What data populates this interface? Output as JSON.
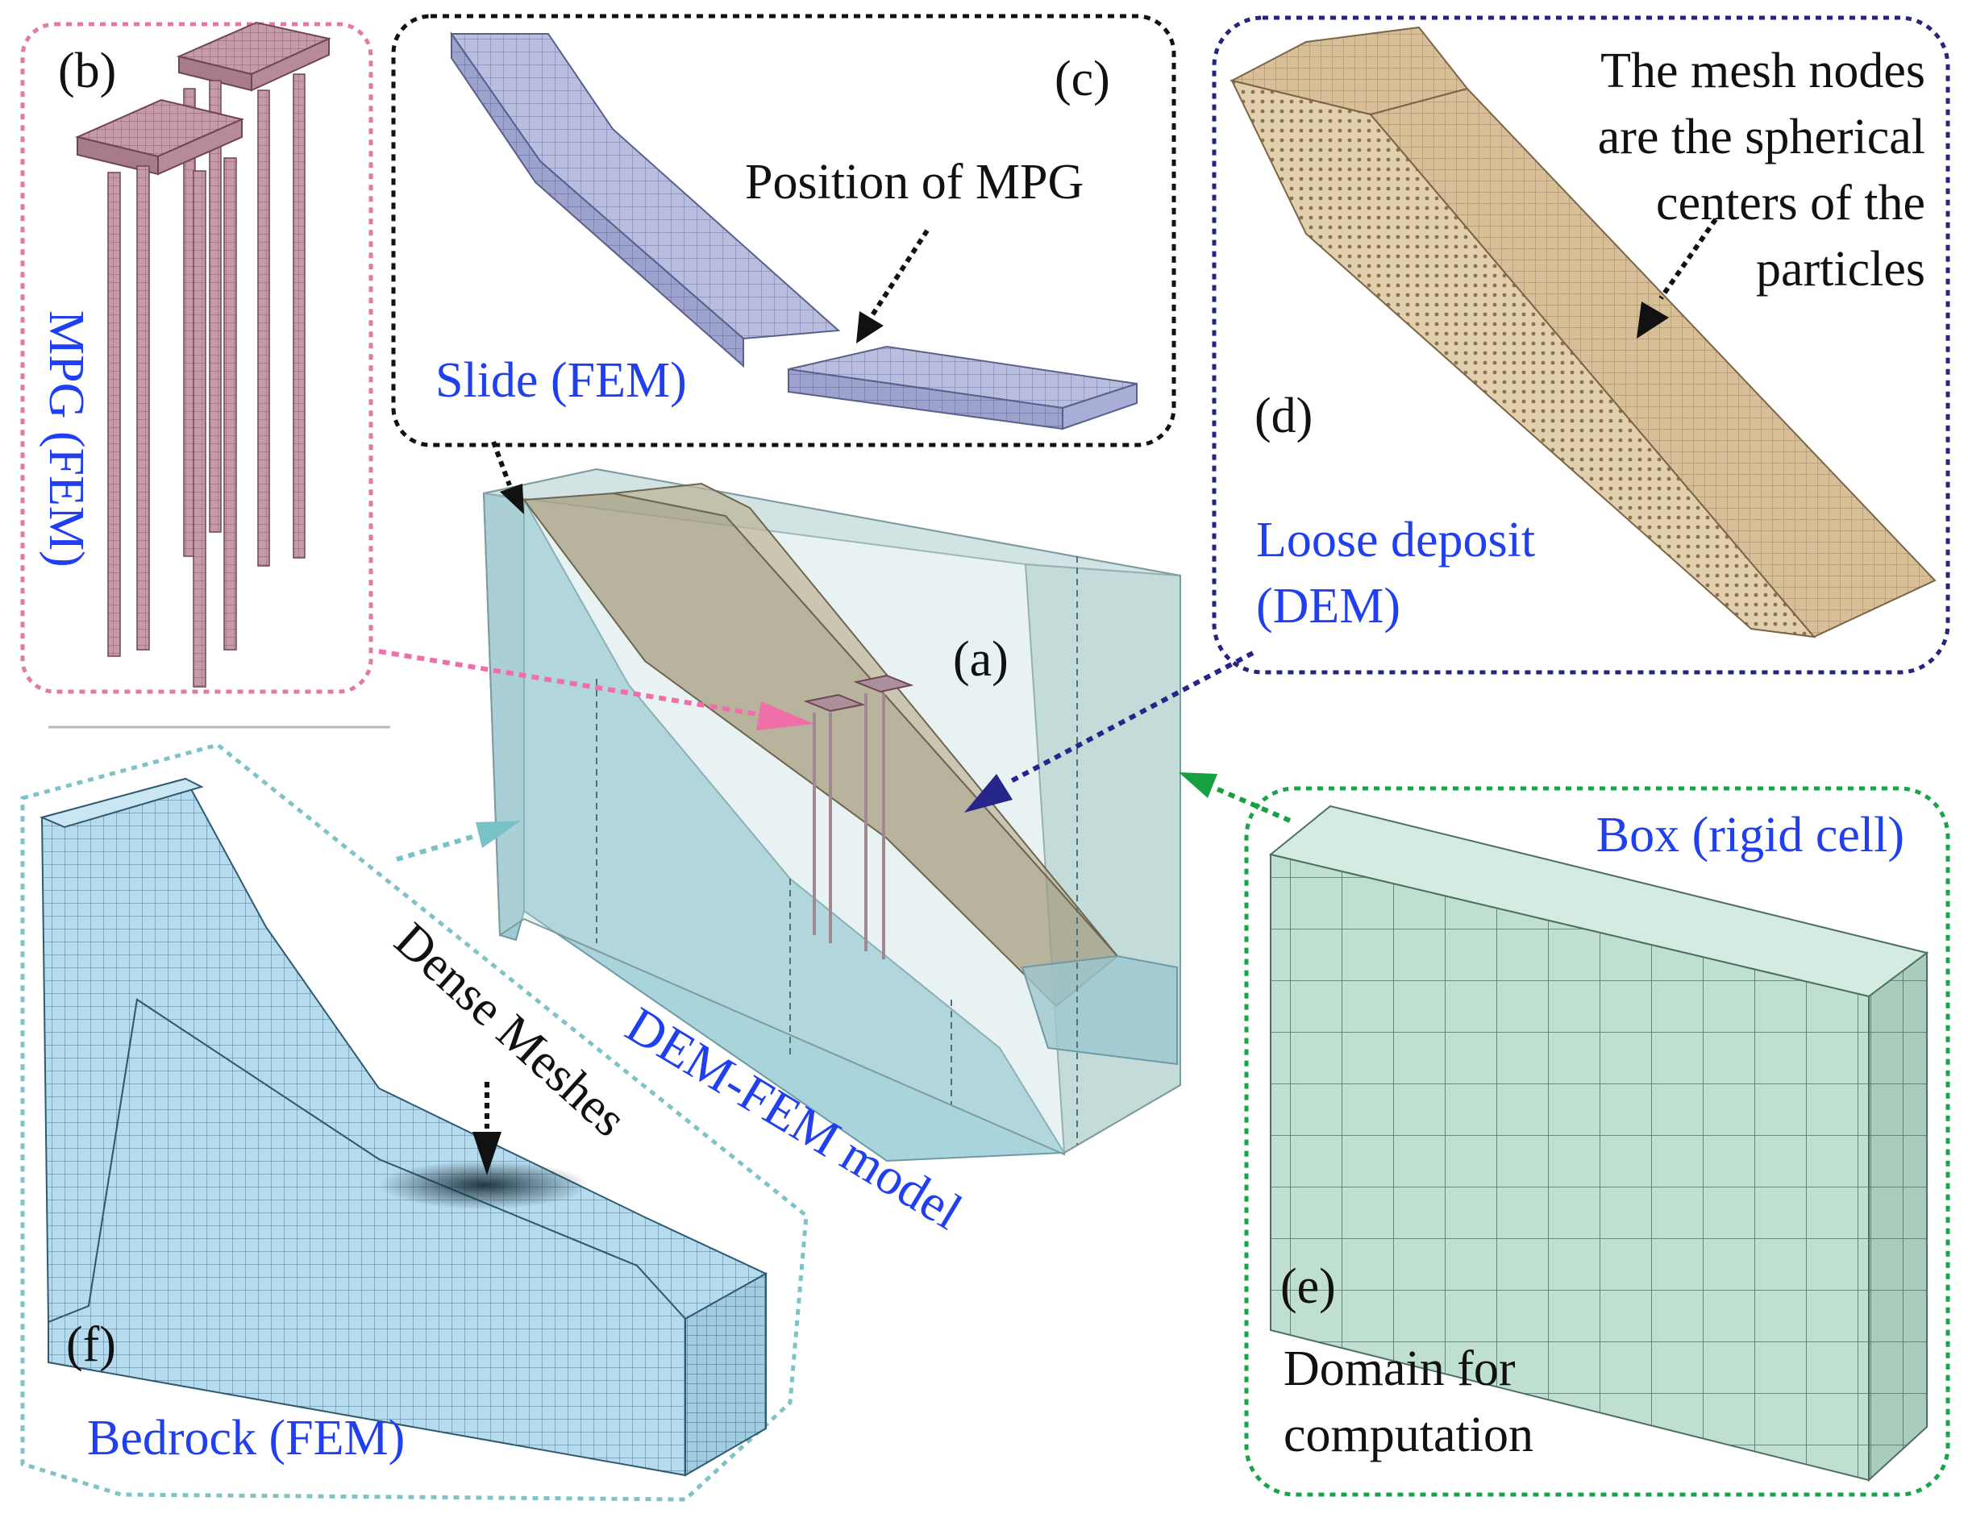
{
  "panels": {
    "a": {
      "letter": "(a)",
      "caption": "DEM-FEM model"
    },
    "b": {
      "letter": "(b)",
      "caption": "MPG (FEM)"
    },
    "c": {
      "letter": "(c)",
      "caption": "Slide (FEM)",
      "note": "Position of MPG"
    },
    "d": {
      "letter": "(d)",
      "caption_line1": "Loose deposit",
      "caption_line2": "(DEM)",
      "note_lines": [
        "The mesh nodes",
        "are the spherical",
        "centers of the",
        "particles"
      ]
    },
    "e": {
      "letter": "(e)",
      "caption": "Box (rigid cell)",
      "note_line1": "Domain for",
      "note_line2": "computation"
    },
    "f": {
      "letter": "(f)",
      "caption": "Bedrock (FEM)",
      "note": "Dense Meshes"
    }
  },
  "colors": {
    "label_blue": "#1f3ff0",
    "text_black": "#111111",
    "border_pink": "#e07aa8",
    "border_black": "#111111",
    "border_navy": "#25257a",
    "border_green": "#1aa34a",
    "border_teal": "#7fc3c6",
    "arrow_pink": "#ef6fa9",
    "arrow_navy": "#25258a",
    "arrow_green": "#17a040",
    "arrow_teal": "#78c2c8",
    "mpg_fill": "#c79aa8",
    "slide_fill": "#b9bedf",
    "deposit_fill": "#d8bf98",
    "box_fill": "#bfe0d1",
    "bedrock_fill": "#b6dbec",
    "model_fill": "#a9d4dc"
  }
}
